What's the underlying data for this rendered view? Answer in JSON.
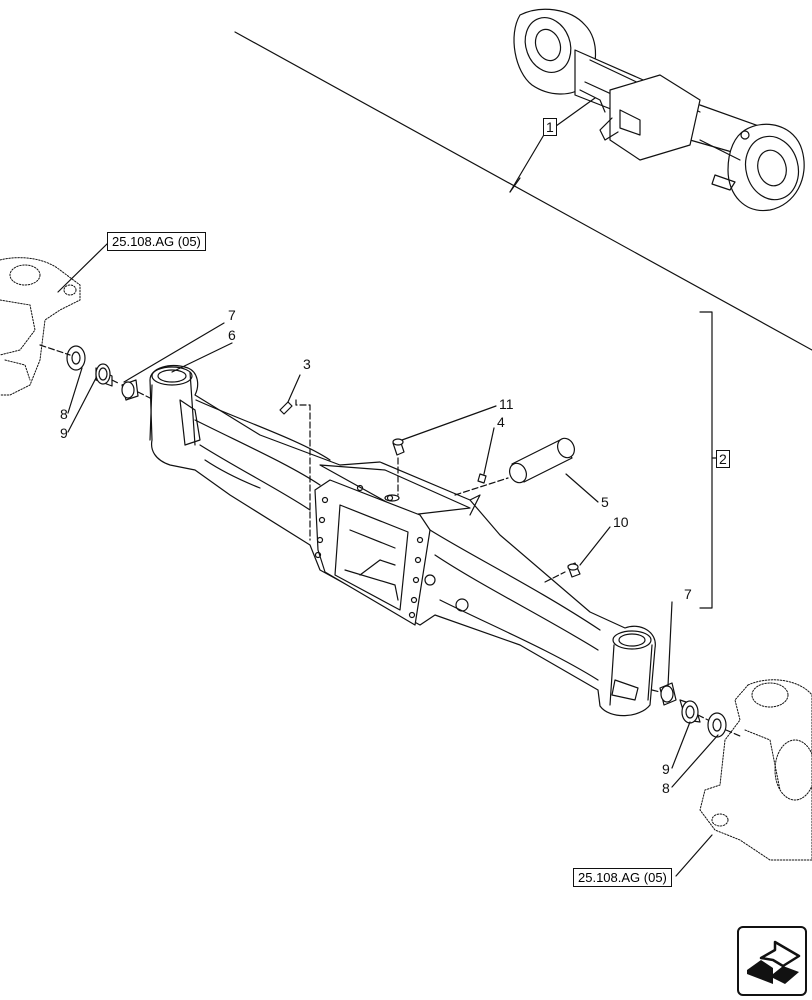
{
  "callouts": {
    "c1": "1",
    "c2": "2",
    "c3": "3",
    "c4": "4",
    "c5": "5",
    "c6": "6",
    "c7_left": "7",
    "c7_right": "7",
    "c8_left": "8",
    "c8_right": "8",
    "c9_left": "9",
    "c9_right": "9",
    "c10": "10",
    "c11": "11"
  },
  "references": {
    "ref_top_left": "25.108.AG (05)",
    "ref_bottom_right": "25.108.AG (05)"
  },
  "icons": {
    "nav": "next-page-arrow-icon"
  },
  "colors": {
    "line": "#111111",
    "part_fill": "#ffffff"
  }
}
